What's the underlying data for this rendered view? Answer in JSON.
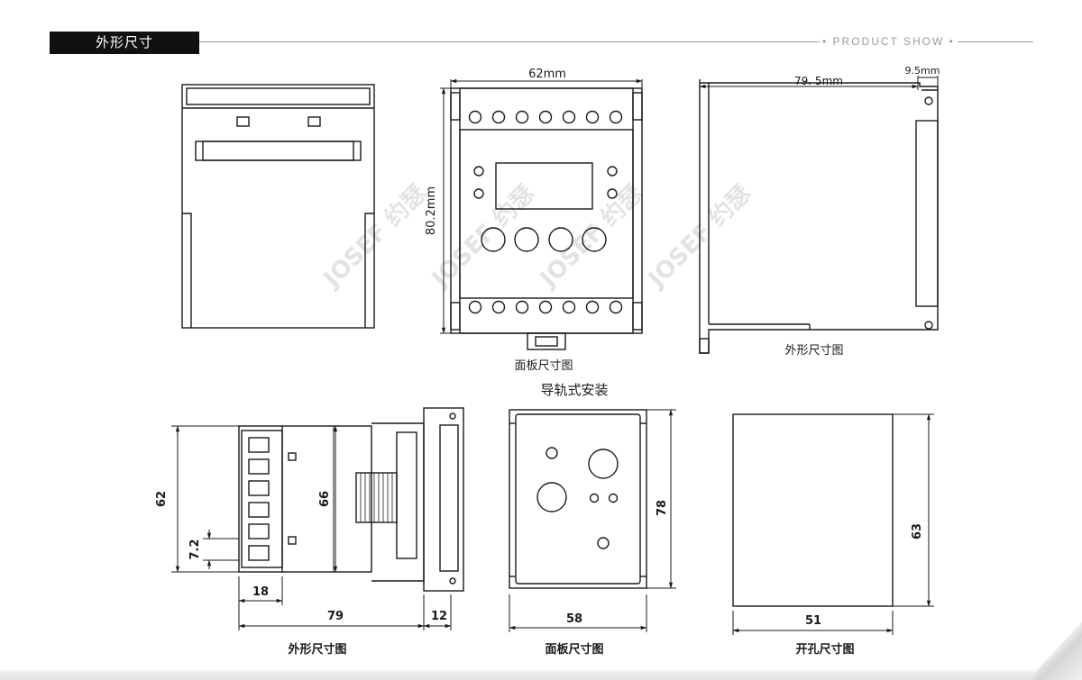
{
  "header": {
    "title": "外形尺寸",
    "right_label": "• PRODUCT SHOW •"
  },
  "watermark": "JOSEF 约瑟",
  "top_front": {
    "width_label": "62mm",
    "height_label": "80.2mm",
    "caption": "面板尺寸图"
  },
  "top_side": {
    "depth_label": "79. 5mm",
    "extra_label": "9.5mm",
    "caption": "外形尺寸图"
  },
  "rail_title": "导轨式安装",
  "bottom_side": {
    "height_outer": "62",
    "height_inner": "66",
    "pitch": "7.2",
    "terminal_width": "18",
    "depth": "79",
    "extra": "12",
    "caption": "外形尺寸图"
  },
  "bottom_panel": {
    "width": "58",
    "height": "78",
    "caption": "面板尺寸图"
  },
  "bottom_cutout": {
    "width": "51",
    "height": "63",
    "caption": "开孔尺寸图"
  },
  "colors": {
    "line": "#1a1a1a",
    "header_bg": "#111111",
    "accent_gray": "#9a9a9a"
  }
}
